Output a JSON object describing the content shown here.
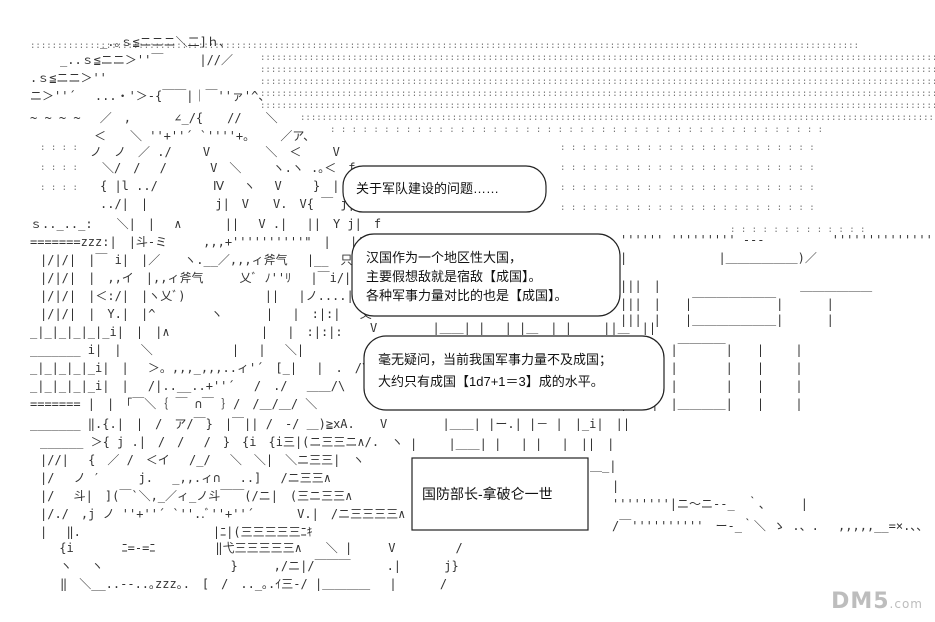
{
  "bubbles": {
    "b1": "关于军队建设的问题……",
    "b2": [
      "汉国作为一个地区性大国，",
      "主要假想敌就是宿敌【成国】。",
      "各种军事力量对比的也是【成国】。"
    ],
    "b3": [
      "毫无疑问，当前我国军事力量不及成国；",
      "大约只有成国【1d7+1＝3】成的水平。"
    ]
  },
  "caption": "国防部长-拿破仑一世",
  "watermark": {
    "main": "DM5",
    "suffix": ".com"
  },
  "colors": {
    "bg": "#ffffff",
    "ink": "#111111"
  }
}
